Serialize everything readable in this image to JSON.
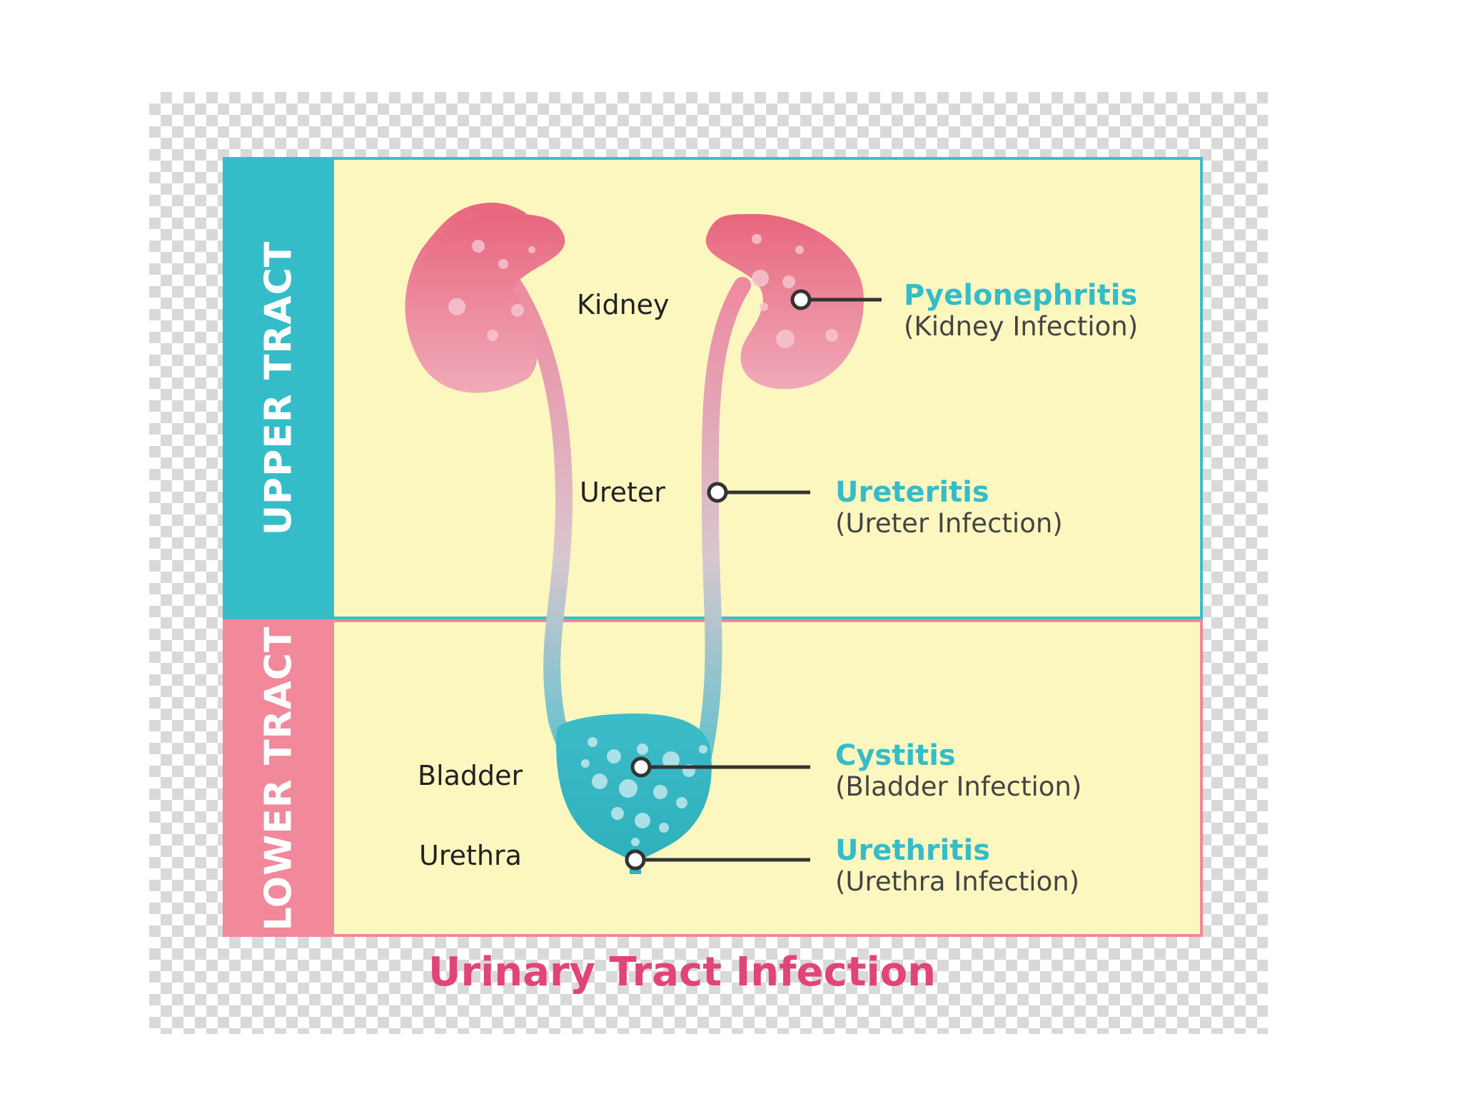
{
  "bands": {
    "upper": "UPPER TRACT",
    "lower": "LOWER TRACT"
  },
  "organs": {
    "kidney": "Kidney",
    "ureter": "Ureter",
    "bladder": "Bladder",
    "urethra": "Urethra"
  },
  "conditions": [
    {
      "name": "Pyelonephritis",
      "description": "(Kidney Infection)"
    },
    {
      "name": "Ureteritis",
      "description": "(Ureter Infection)"
    },
    {
      "name": "Cystitis",
      "description": "(Bladder Infection)"
    },
    {
      "name": "Urethritis",
      "description": "(Urethra Infection)"
    }
  ],
  "title": "Urinary Tract Infection",
  "colors": {
    "teal": "#34bdc9",
    "pink": "#f1899b",
    "panel": "#fcf7bf",
    "kidney": "#e8677f",
    "title": "#e14479"
  }
}
